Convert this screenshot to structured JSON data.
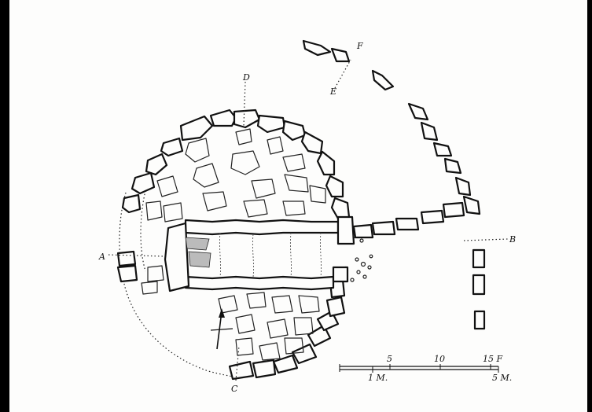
{
  "section_labels": {
    "a": "A",
    "b": "B",
    "c": "C",
    "d": "D",
    "e": "E",
    "f": "F"
  },
  "scale_bar": {
    "feet_ticks": [
      "5",
      "10",
      "15 F"
    ],
    "metre_ticks": [
      "1 M.",
      "5 M."
    ]
  },
  "colors": {
    "ink": "#111111",
    "paper": "#fdfdfc",
    "border": "#000000"
  }
}
